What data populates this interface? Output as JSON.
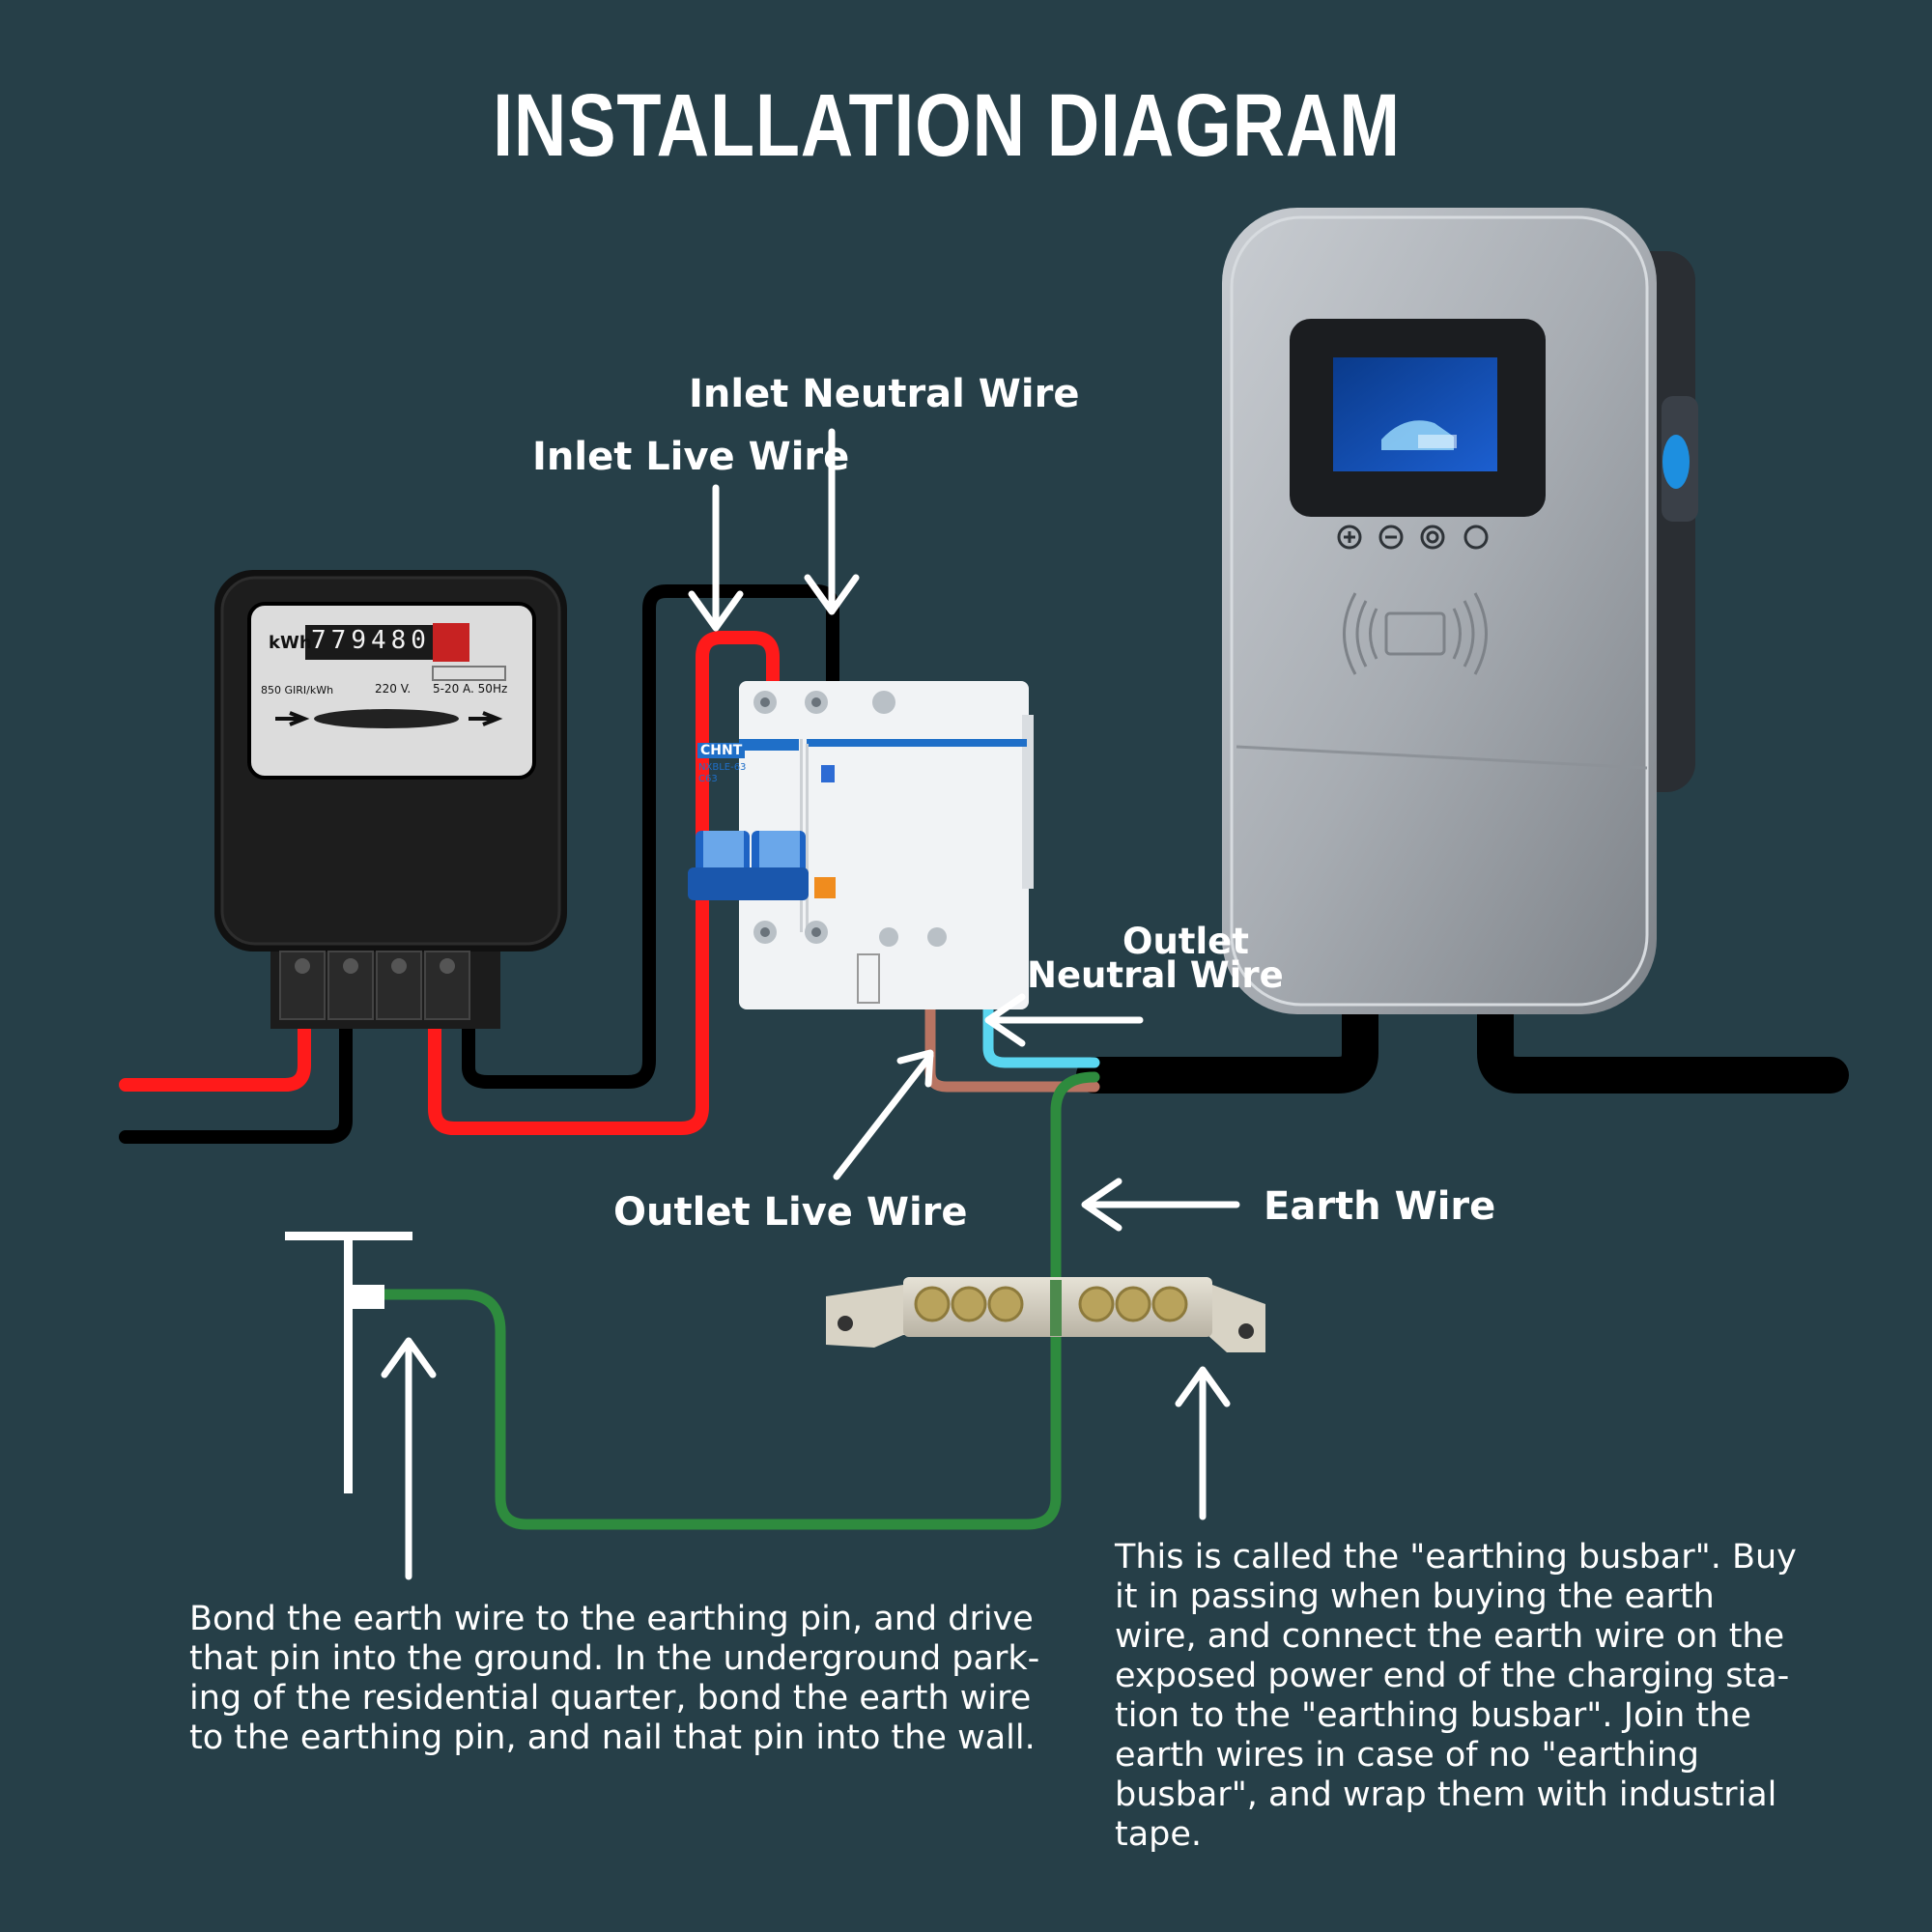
{
  "title": "INSTALLATION DIAGRAM",
  "labels": {
    "inlet_neutral": "Inlet Neutral Wire",
    "inlet_live": "Inlet Live Wire",
    "outlet_neutral_1": "Outlet",
    "outlet_neutral_2": "Neutral Wire",
    "outlet_live": "Outlet Live Wire",
    "earth": "Earth Wire"
  },
  "meter": {
    "unit": "kWh",
    "digits": [
      "7",
      "7",
      "9",
      "4",
      "8",
      "0"
    ],
    "constant": "850 GIRI/kWh",
    "voltage": "220 V.",
    "rating": "5-20  A. 50Hz"
  },
  "breaker": {
    "brand": "CHNT",
    "model": "NXBLE-63",
    "rating": "C63"
  },
  "notes": {
    "earthing_pin": [
      "Bond the earth wire to the earthing pin, and drive",
      "that pin into the ground. In the underground park-",
      "ing of the residential quarter, bond the earth wire",
      "to the earthing pin, and nail that pin into the wall."
    ],
    "busbar": [
      "This is called the \"earthing busbar\". Buy",
      "it in passing when buying the earth",
      "wire, and connect the earth wire on the",
      "exposed power end of the charging sta-",
      "tion to the \"earthing busbar\". Join the",
      "earth wires in case of no \"earthing",
      "busbar\", and wrap them with industrial",
      "tape."
    ]
  },
  "colors": {
    "background": "#263f48",
    "live": "#ff1a1a",
    "neutral": "#000000",
    "outlet_neutral": "#5ad6f0",
    "outlet_live": "#b87462",
    "earth": "#2e8b3e",
    "arrow": "#ffffff"
  },
  "icons": {
    "arrows": "arrow-icon",
    "charger_buttons": [
      "plus-icon",
      "minus-icon",
      "circle-icon",
      "power-icon"
    ],
    "rfid": "rfid-icon"
  }
}
